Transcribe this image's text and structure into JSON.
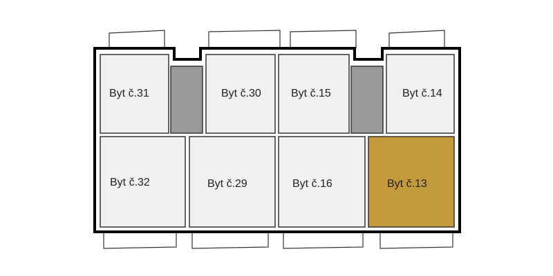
{
  "floor_plan": {
    "apartments": [
      {
        "id": "31",
        "label": "Byt č.31",
        "status": "available"
      },
      {
        "id": "30",
        "label": "Byt č.30",
        "status": "available"
      },
      {
        "id": "15",
        "label": "Byt č.15",
        "status": "available"
      },
      {
        "id": "14",
        "label": "Byt č.14",
        "status": "available"
      },
      {
        "id": "32",
        "label": "Byt č.32",
        "status": "available"
      },
      {
        "id": "29",
        "label": "Byt č.29",
        "status": "available"
      },
      {
        "id": "16",
        "label": "Byt č.16",
        "status": "available"
      },
      {
        "id": "13",
        "label": "Byt č.13",
        "status": "highlighted"
      }
    ],
    "colors": {
      "room_fill": "#f0f0f0",
      "highlight_fill": "#c49a3c",
      "shaft_fill": "#999999",
      "wall": "#000000"
    }
  }
}
